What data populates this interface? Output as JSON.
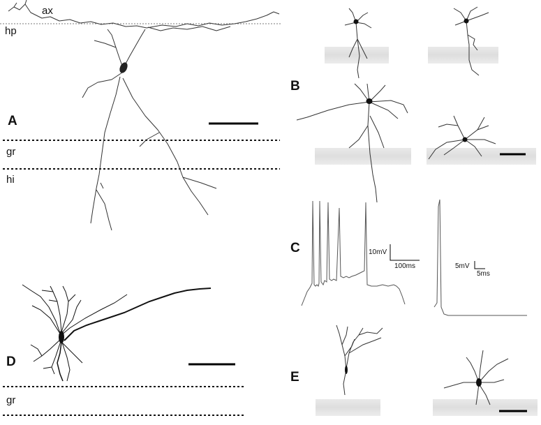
{
  "panels": {
    "a": "A",
    "b": "B",
    "c": "C",
    "d": "D",
    "e": "E"
  },
  "layers": {
    "ax": "ax",
    "hp": "hp",
    "gr": "gr",
    "hi": "hi",
    "gr_d": "gr"
  },
  "trace_scales": {
    "left_voltage": "10mV",
    "left_time": "100ms",
    "right_voltage": "5mV",
    "right_time": "5ms"
  }
}
